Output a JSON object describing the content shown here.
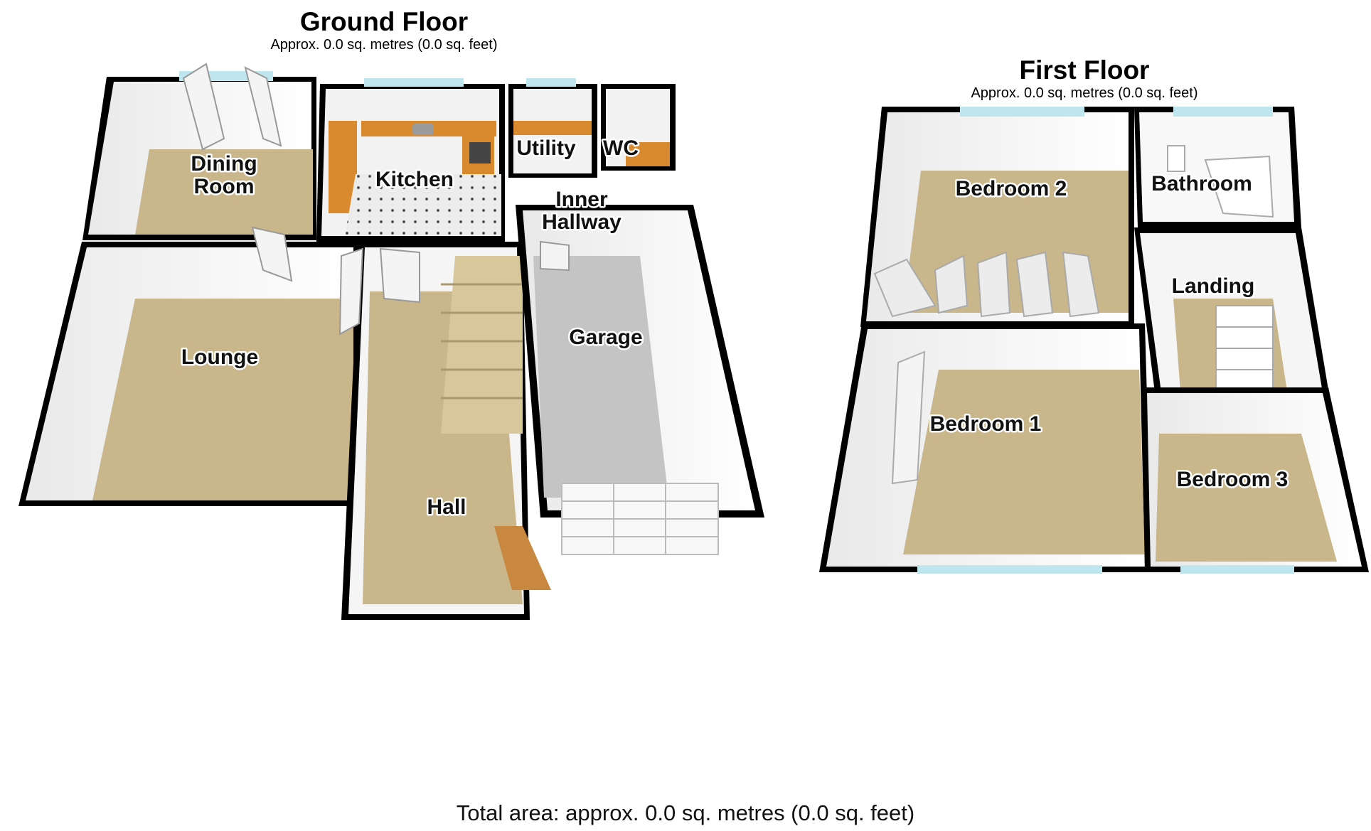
{
  "ground_floor": {
    "title": "Ground Floor",
    "area": "Approx. 0.0 sq. metres (0.0 sq. feet)",
    "rooms": {
      "dining_room_1": "Dining",
      "dining_room_2": "Room",
      "kitchen": "Kitchen",
      "utility": "Utility",
      "wc": "WC",
      "inner_hallway_1": "Inner",
      "inner_hallway_2": "Hallway",
      "lounge": "Lounge",
      "garage": "Garage",
      "hall": "Hall"
    }
  },
  "first_floor": {
    "title": "First Floor",
    "area": "Approx. 0.0 sq. metres (0.0 sq. feet)",
    "rooms": {
      "bedroom_2": "Bedroom 2",
      "bathroom": "Bathroom",
      "landing": "Landing",
      "bedroom_1": "Bedroom 1",
      "bedroom_3": "Bedroom 3"
    }
  },
  "total_area": "Total area: approx. 0.0 sq. metres (0.0 sq. feet)",
  "colors": {
    "wall": "#000000",
    "wall_face": "#f2f2f2",
    "carpet": "#c9b68a",
    "garage_floor": "#c4c4c4",
    "worktop": "#d98a2e",
    "tile": "#e8e8e8",
    "window": "#bfe6ee"
  }
}
